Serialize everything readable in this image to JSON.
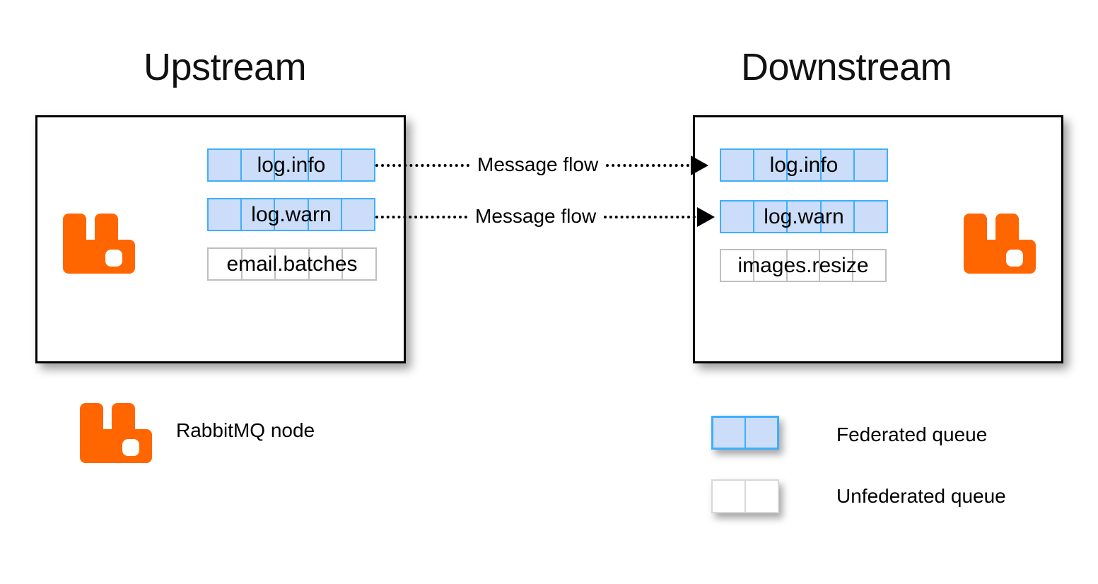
{
  "diagram": {
    "title_upstream": "Upstream",
    "title_downstream": "Downstream",
    "colors": {
      "rabbitmq_orange": "#FF6600",
      "federated_fill": "#CBDDF8",
      "federated_border": "#3FAEFC",
      "unfederated_fill": "#FFFFFF",
      "unfederated_border": "#BFBFBF",
      "node_border": "#000000",
      "text": "#000000"
    }
  },
  "upstream": {
    "node_label": "Upstream",
    "queues": [
      {
        "name": "log.info",
        "federated": true,
        "cells": 5
      },
      {
        "name": "log.warn",
        "federated": true,
        "cells": 5
      },
      {
        "name": "email.batches",
        "federated": false,
        "cells": 5
      }
    ]
  },
  "downstream": {
    "node_label": "Downstream",
    "queues": [
      {
        "name": "log.info",
        "federated": true,
        "cells": 5
      },
      {
        "name": "log.warn",
        "federated": true,
        "cells": 5
      },
      {
        "name": "images.resize",
        "federated": false,
        "cells": 5
      }
    ]
  },
  "flows": [
    {
      "label": "Message flow",
      "from": "log.info",
      "to": "log.info"
    },
    {
      "label": "Message flow",
      "from": "log.warn",
      "to": "log.warn"
    }
  ],
  "legend": {
    "items": [
      {
        "key": "rabbitmq-node",
        "label": "RabbitMQ node"
      },
      {
        "key": "federated-queue",
        "label": "Federated queue"
      },
      {
        "key": "unfederated-queue",
        "label": "Unfederated queue"
      }
    ]
  }
}
